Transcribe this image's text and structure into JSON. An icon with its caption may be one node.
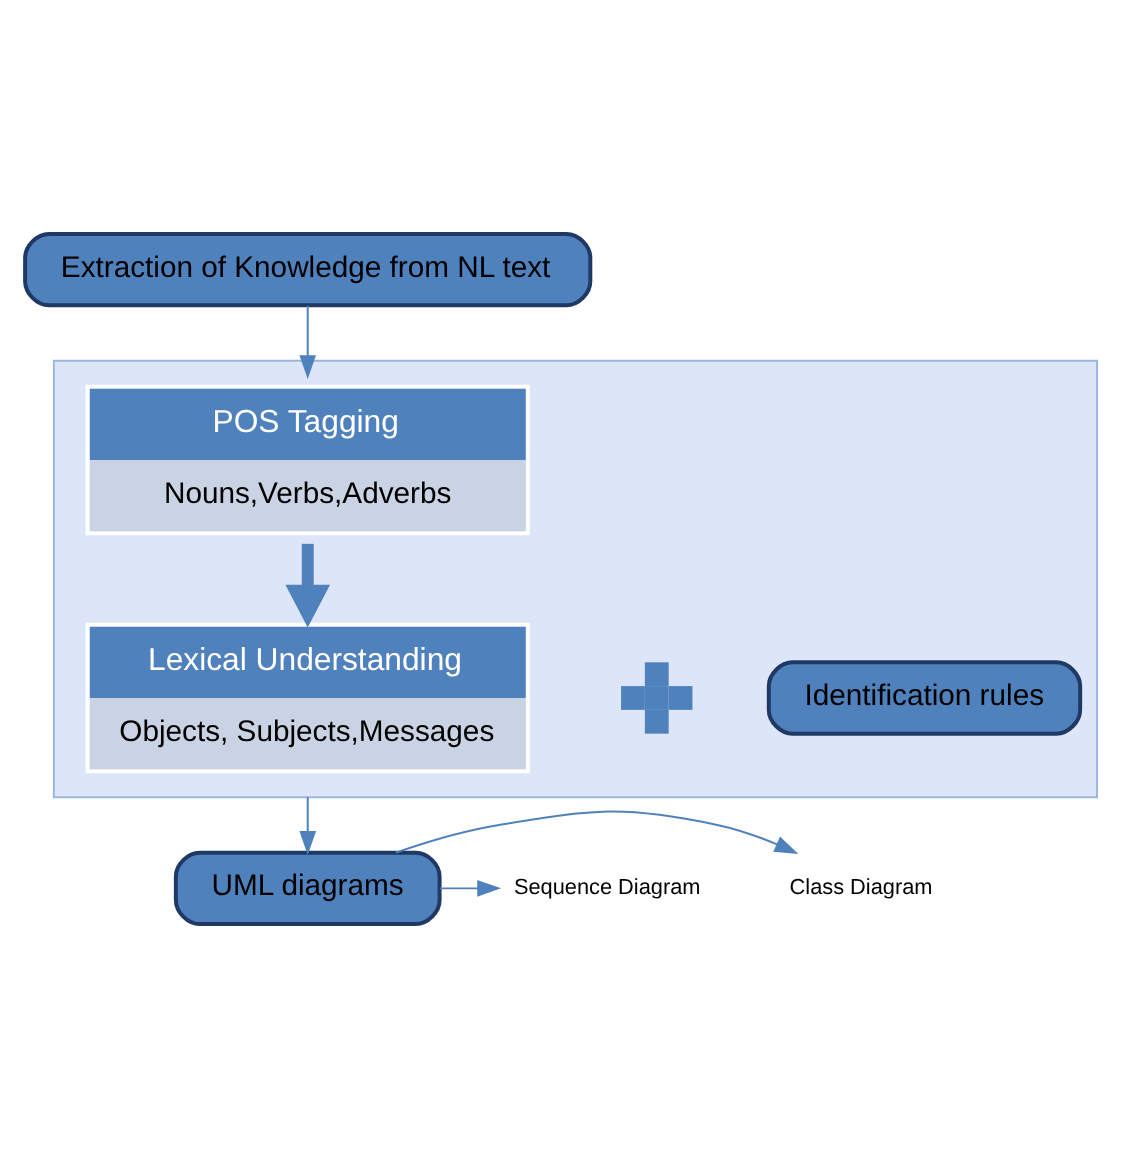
{
  "diagram": {
    "nodes": [
      {
        "text": [
          "Extraction of Knowledge from NL text"
        ]
      },
      {
        "text": [],
        "shape": "box"
      },
      {
        "text": [
          "POS Tagging",
          "Nouns,Verbs,Adverbs"
        ],
        "in": 1
      },
      {
        "text": [
          "Lexical Understanding",
          "Objects, Subjects,Messages"
        ],
        "in": 1
      },
      {
        "text": [],
        "shape": "plus",
        "in": 1
      },
      {
        "text": [
          "Identification rules"
        ],
        "in": 1
      },
      {
        "text": [
          "UML diagrams"
        ]
      },
      {
        "text": [
          "Class Diagram"
        ]
      },
      {
        "text": [
          "Sequence Diagram"
        ]
      }
    ],
    "edges": [
      {
        "from": 0,
        "to": 2,
        "arrow": "to"
      },
      {
        "from": 2,
        "to": 3,
        "arrow": "to",
        "style": "thick"
      },
      {
        "from": 1,
        "to": 6,
        "arrow": "to"
      },
      {
        "from": 6,
        "to": 7,
        "arrow": "to"
      },
      {
        "from": 6,
        "to": 8,
        "arrow": "to"
      }
    ]
  }
}
